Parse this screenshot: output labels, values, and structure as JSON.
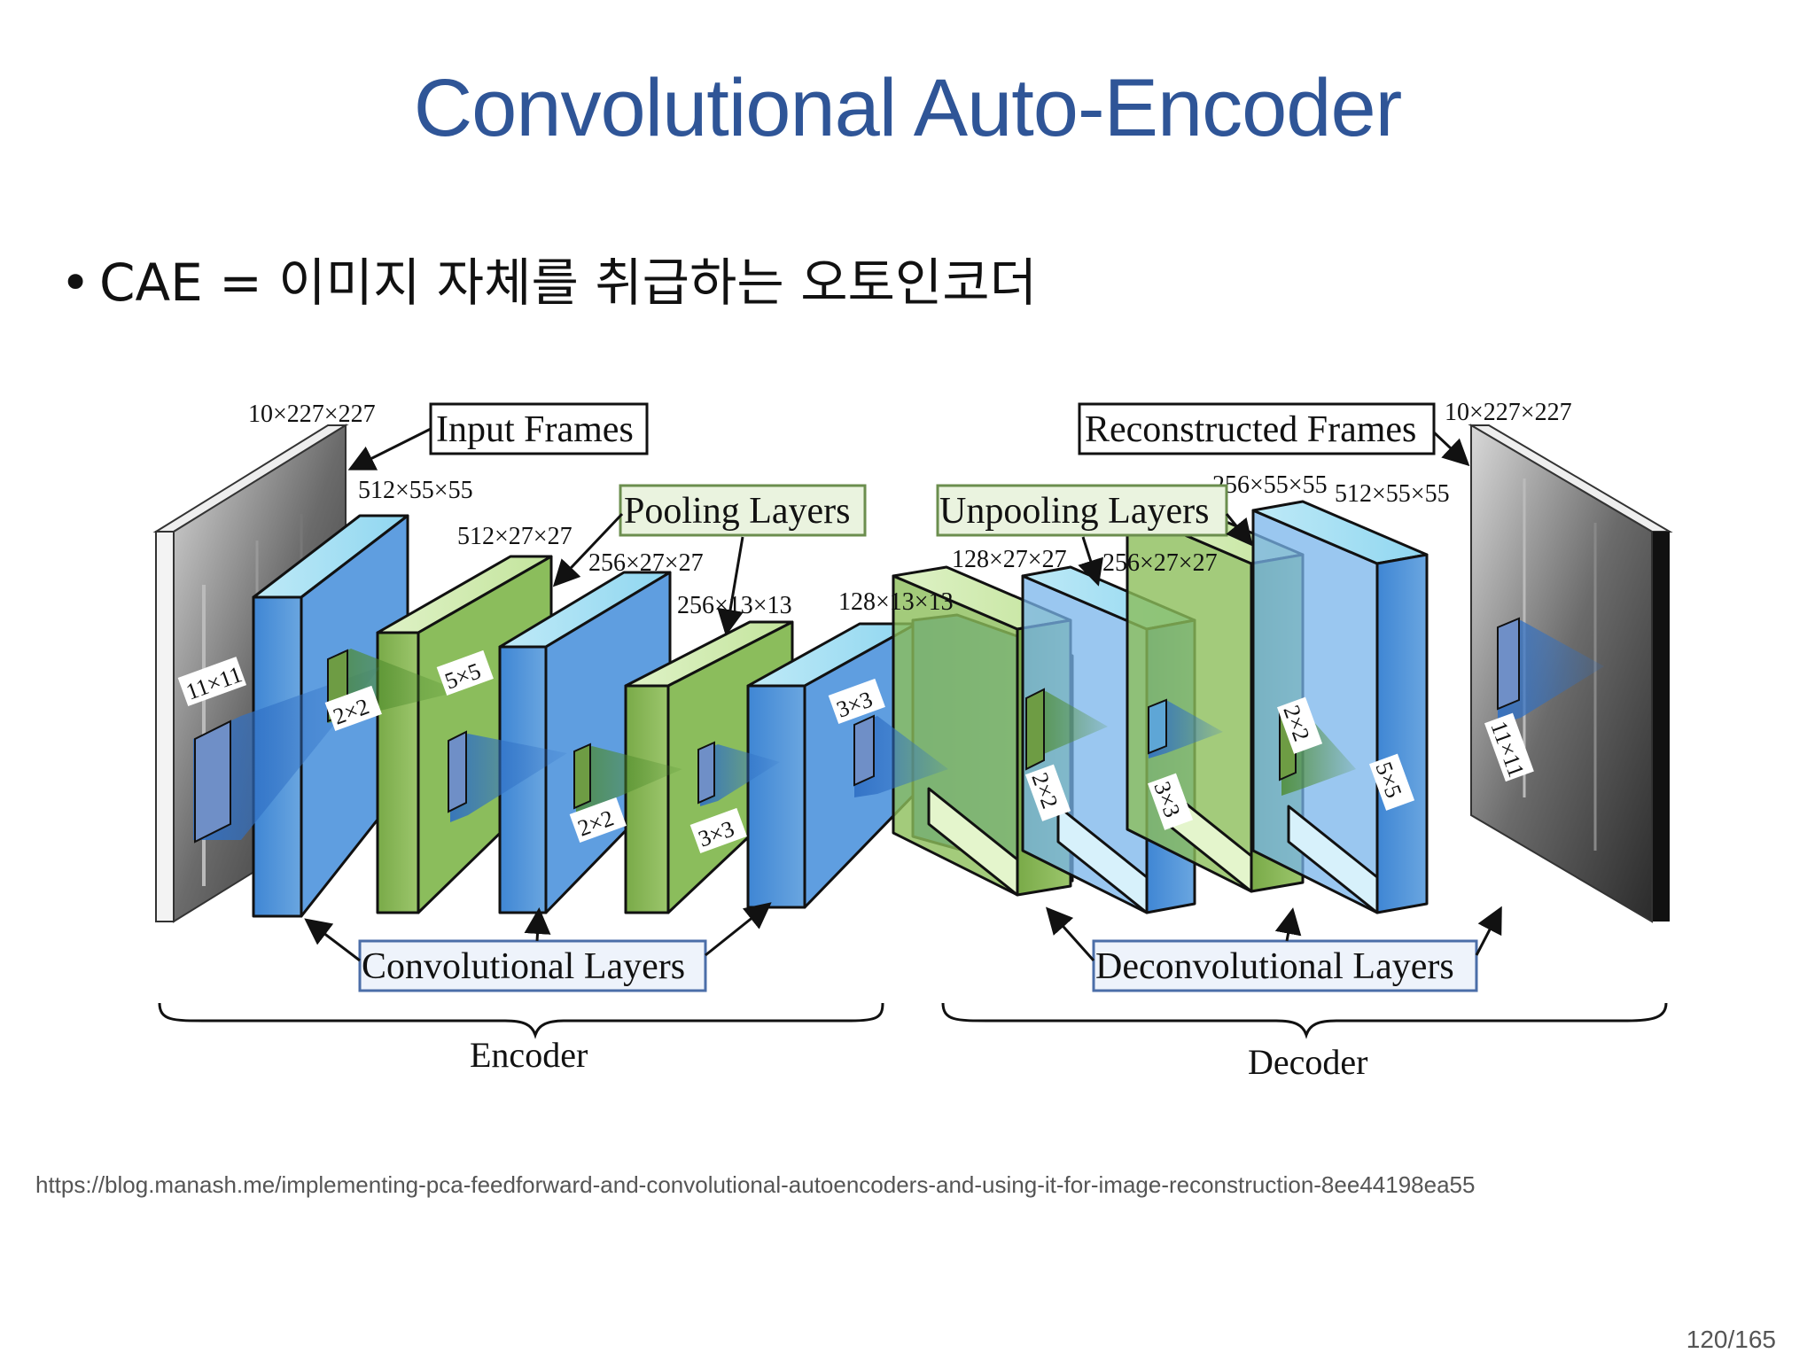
{
  "slide": {
    "title": "Convolutional Auto-Encoder",
    "bullet_marker": "•",
    "bullet_text": "CAE = 이미지 자체를 취급하는 오토인코더",
    "source_url": "https://blog.manash.me/implementing-pca-feedforward-and-convolutional-autoencoders-and-using-it-for-image-reconstruction-8ee44198ea55",
    "page_number": "120/165"
  },
  "diagram": {
    "boxes": {
      "input_frames": "Input Frames",
      "reconstructed_frames": "Reconstructed  Frames",
      "pooling_layers": "Pooling Layers",
      "unpooling_layers": "Unpooling Layers",
      "convolutional_layers": "Convolutional Layers",
      "deconvolutional_layers": "Deconvolutional Layers"
    },
    "sections": {
      "encoder": "Encoder",
      "decoder": "Decoder"
    },
    "dims": {
      "input": "10×227×227",
      "conv1": "512×55×55",
      "pool1": "512×27×27",
      "conv2": "256×27×27",
      "pool2": "256×13×13",
      "conv3": "128×13×13",
      "unpool1": "128×27×27",
      "deconv2": "256×27×27",
      "unpool2": "256×55×55",
      "deconv3": "512×55×55",
      "output": "10×227×227"
    },
    "kernels": {
      "k11_in": "11×11",
      "k2_a": "2×2",
      "k5_a": "5×5",
      "k2_b": "2×2",
      "k3_a": "3×3",
      "k3_b": "3×3",
      "k2_c": "2×2",
      "k3_c": "3×3",
      "k2_d": "2×2",
      "k5_b": "5×5",
      "k11_out": "11×11"
    },
    "colors": {
      "blue_layer": "#5b9bd5",
      "green_layer": "#8fbc5a",
      "title": "#2f5597"
    }
  }
}
